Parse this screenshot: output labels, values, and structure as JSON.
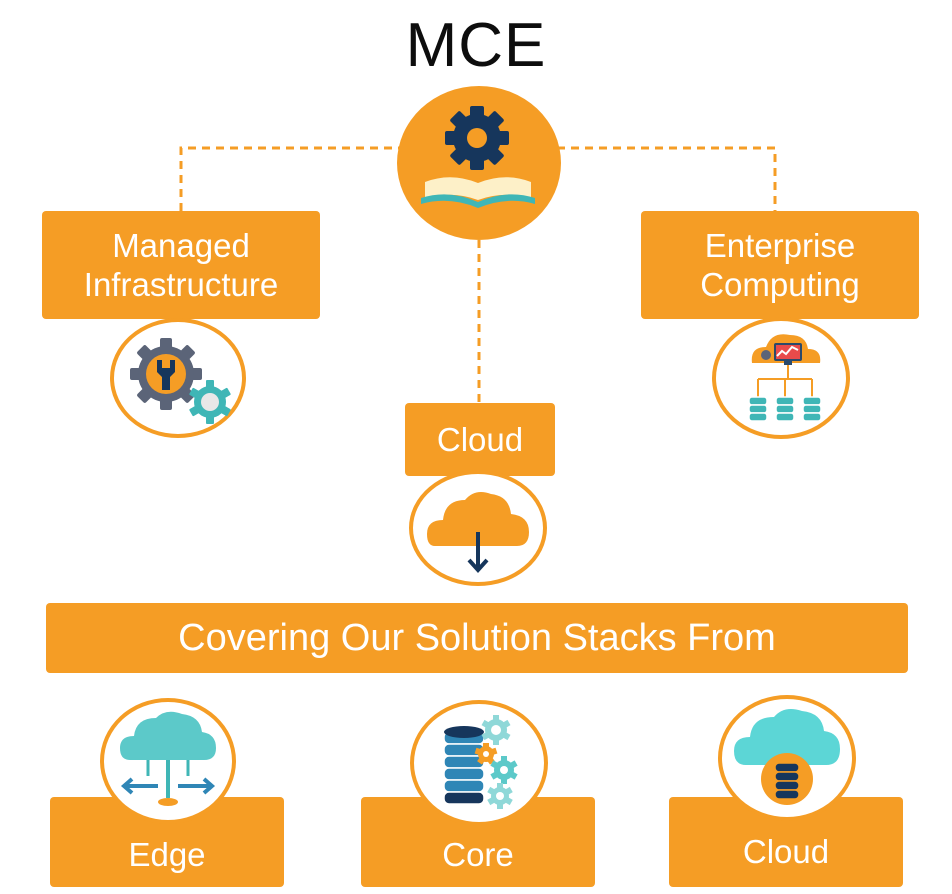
{
  "title": "MCE",
  "nodes": {
    "managed_infrastructure": "Managed Infrastructure",
    "enterprise_computing": "Enterprise Computing",
    "cloud": "Cloud"
  },
  "banner": "Covering Our Solution Stacks From",
  "stacks": [
    {
      "label": "Edge",
      "icon": "edge-cloud-icon"
    },
    {
      "label": "Core",
      "icon": "core-database-icon"
    },
    {
      "label": "Cloud",
      "icon": "cloud-database-icon"
    }
  ],
  "colors": {
    "accent": "#f59d25",
    "icon_navy": "#16365c",
    "icon_teal": "#3fb6b6",
    "white": "#ffffff"
  }
}
